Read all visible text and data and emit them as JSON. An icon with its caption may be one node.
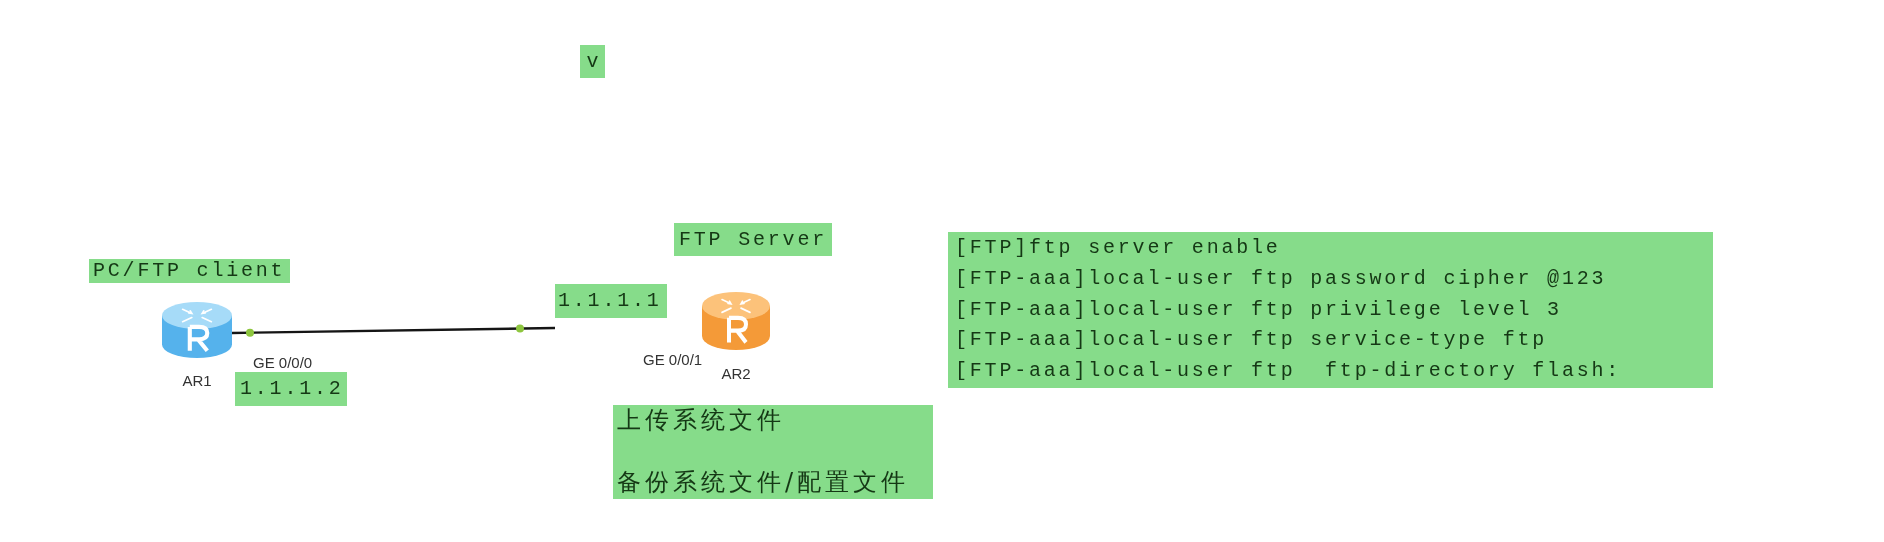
{
  "diagram": {
    "nodes": [
      {
        "text": [
          "v"
        ]
      },
      {
        "text": [
          "PC/FTP client"
        ]
      },
      {
        "text": [
          "AR1"
        ]
      },
      {
        "text": [
          "1.1.1.2"
        ]
      },
      {
        "text": [
          "FTP Server"
        ]
      },
      {
        "text": [
          "1.1.1.1"
        ]
      },
      {
        "text": [
          "AR2"
        ]
      },
      {
        "text": [
          "上传系统文件",
          "备份系统文件/配置文件"
        ]
      },
      {
        "text": [
          "[FTP]ftp server enable",
          "[FTP-aaa]local-user ftp password cipher @123",
          "[FTP-aaa]local-user ftp privilege level 3",
          "[FTP-aaa]local-user ftp service-type ftp",
          "[FTP-aaa]local-user ftp  ftp-directory flash:"
        ]
      }
    ],
    "edges": [
      {
        "from": 2,
        "to": 5,
        "arrow": "other"
      }
    ],
    "labels": [
      "GE 0/0/0",
      "GE 0/0/1"
    ]
  }
}
